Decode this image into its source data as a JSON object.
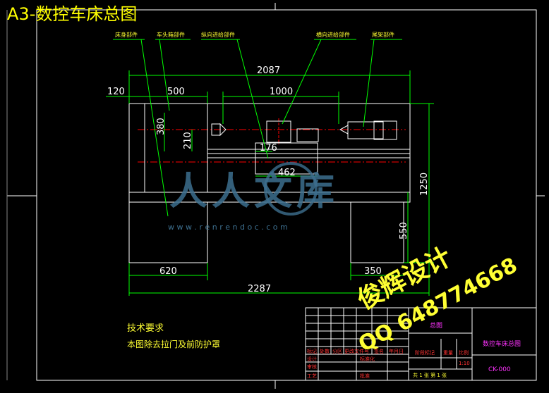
{
  "title": "A3-数控车床总图",
  "callouts": {
    "bed": "床身部件",
    "headstock": "车头箱部件",
    "longitudinal_feed": "纵向进给部件",
    "cross_feed": "横向进给部件",
    "tailstock": "尾架部件"
  },
  "dimensions": {
    "overall_top": "2087",
    "left_120": "120",
    "headstock_500": "500",
    "span_1000": "1000",
    "height_380": "380",
    "height_210": "210",
    "carriage_176": "176",
    "saddle_462": "462",
    "height_1250": "1250",
    "height_550": "550",
    "base_620": "620",
    "base_350": "350",
    "overall_bottom": "2287"
  },
  "tech_notes": {
    "heading": "技术要求",
    "line1": "本图除去拉门及前防护罩"
  },
  "watermark": {
    "logo_text": "人人文库",
    "url": "w w w . r e n r e n d o c . c o m",
    "designer": "俊辉设计",
    "qq": "QQ 648774668"
  },
  "title_block": {
    "drawing_title": "总图",
    "part_name": "数控车床总图",
    "drawing_number": "CK-000",
    "row_labels": [
      "标记",
      "处数",
      "分区",
      "更改文件号",
      "签名",
      "年月日"
    ],
    "designer_label": "设计",
    "standardize_label": "标准化",
    "stage_label": "阶段标记",
    "weight_label": "重量",
    "scale_label": "比例",
    "scale_value": "1:10",
    "review_label": "审核",
    "process_label": "工艺",
    "approve_label": "批准",
    "sheets": "共 1 张  第 1 张"
  },
  "colors": {
    "background": "#000000",
    "outline": "#ffffff",
    "dimension": "#00ff00",
    "centerline": "#ff0000",
    "title": "#ffff00",
    "watermark_logo": "#3d6f8f"
  }
}
